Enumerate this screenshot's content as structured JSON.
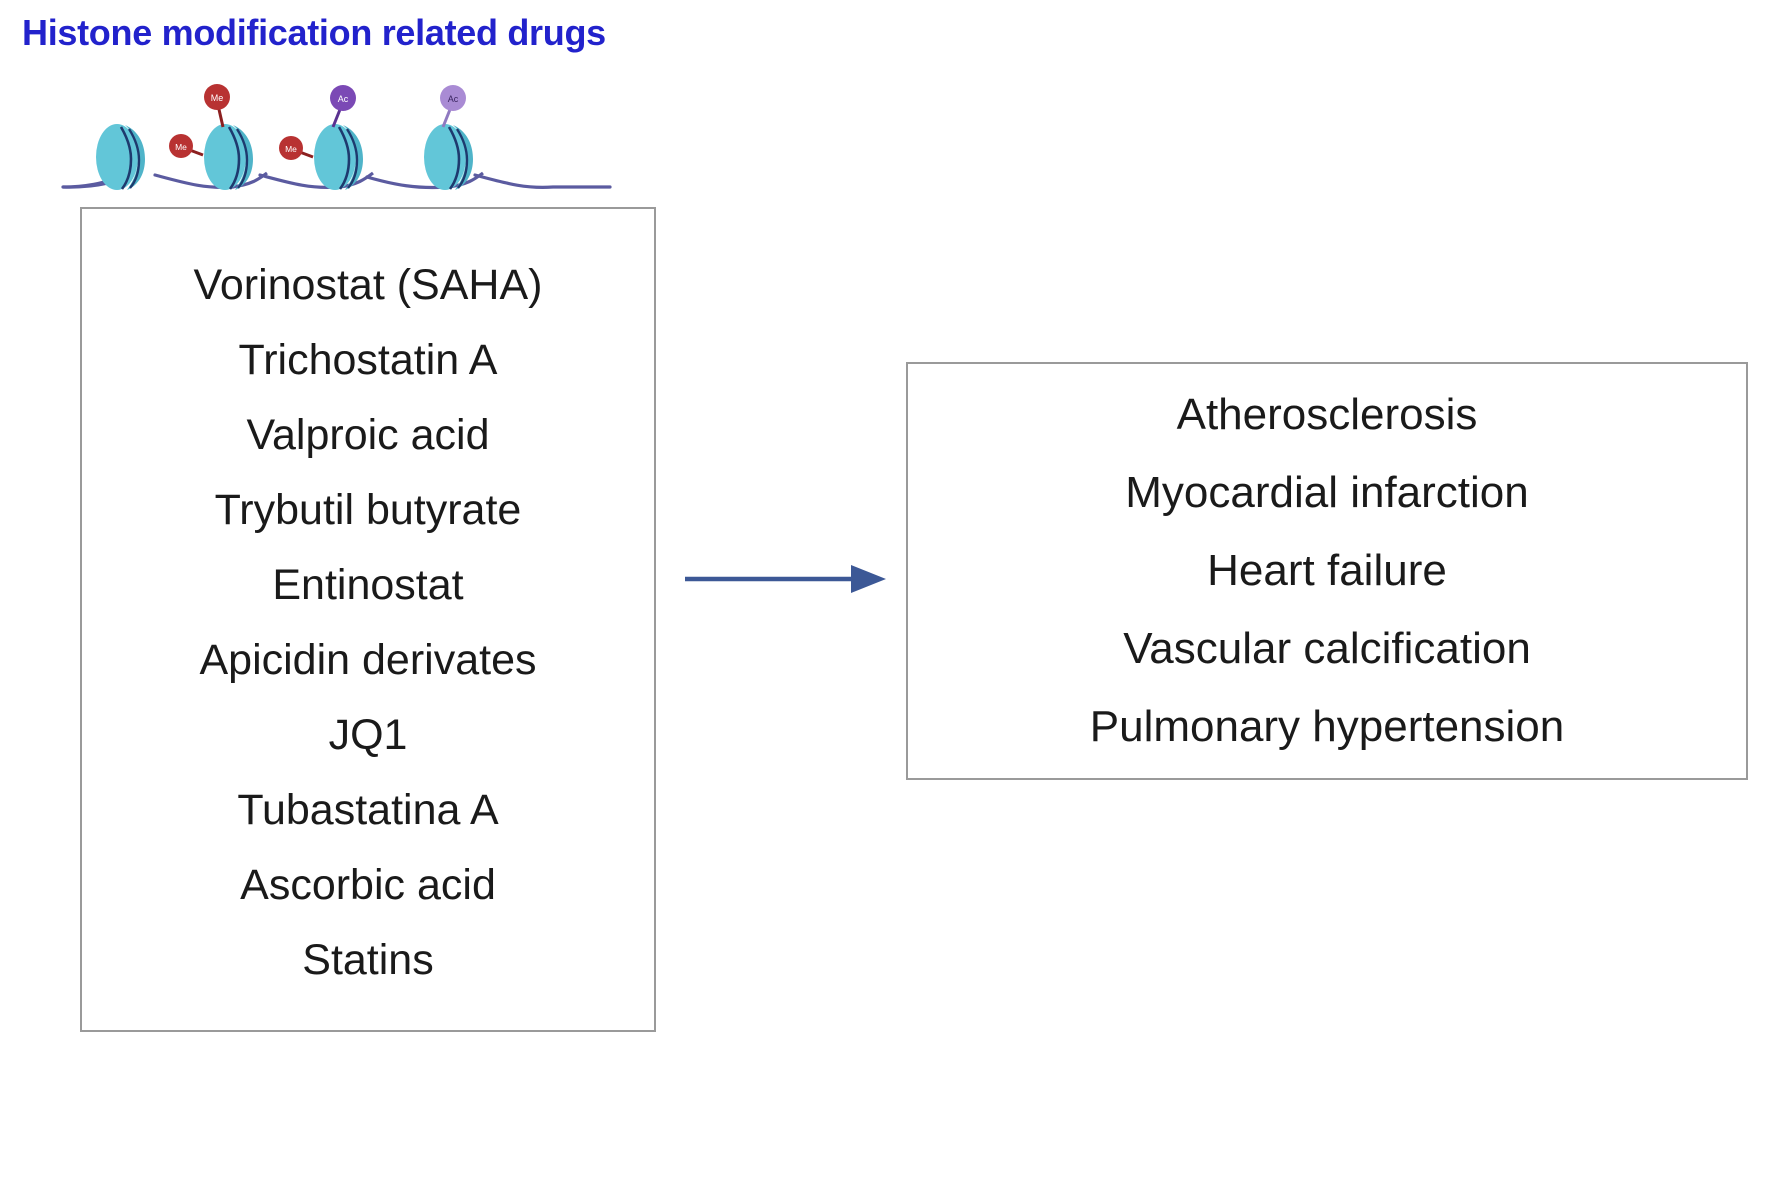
{
  "title": "Histone modification related drugs",
  "title_color": "#2222CC",
  "illustration": {
    "name": "nucleosome-chromatin-illustration",
    "dna_color": "#5B5BA0",
    "histone_color": "#62C6D8",
    "marks": [
      {
        "label": "Me",
        "type": "methylation",
        "color": "#B83232"
      },
      {
        "label": "Me",
        "type": "methylation",
        "color": "#B83232"
      },
      {
        "label": "Me",
        "type": "methylation",
        "color": "#B83232"
      },
      {
        "label": "Ac",
        "type": "acetylation",
        "color": "#7B49B5"
      },
      {
        "label": "Ac",
        "type": "acetylation",
        "color": "#A98BD4"
      }
    ]
  },
  "drug_panel": {
    "name": "histone-modification-drugs",
    "border_color": "#9a9a9a",
    "items": [
      "Vorinostat (SAHA)",
      "Trichostatin A",
      "Valproic acid",
      "Trybutil butyrate",
      "Entinostat",
      "Apicidin derivates",
      "JQ1",
      "Tubastatina A",
      "Ascorbic acid",
      "Statins"
    ]
  },
  "arrow": {
    "name": "relationship-arrow",
    "color": "#3C5896",
    "direction": "right"
  },
  "disease_panel": {
    "name": "cardiovascular-diseases",
    "border_color": "#9a9a9a",
    "items": [
      "Atherosclerosis",
      "Myocardial infarction",
      "Heart failure",
      "Vascular calcification",
      "Pulmonary hypertension"
    ]
  }
}
